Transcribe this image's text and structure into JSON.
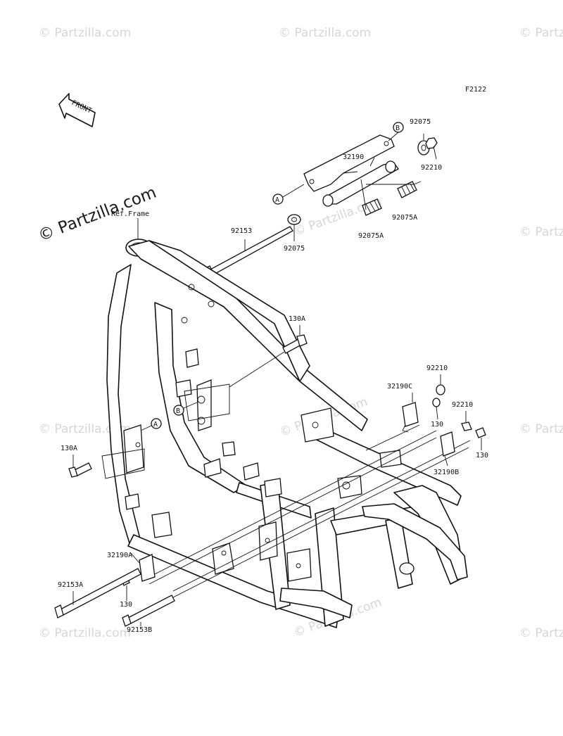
{
  "diagram": {
    "code": "F2122",
    "front_label": "FRONT",
    "watermark": "© Partzilla.com",
    "ref_label": "Ref.Frame",
    "callout_letters": [
      "A",
      "B"
    ],
    "parts": [
      {
        "id": "p_92075_top",
        "label": "92075"
      },
      {
        "id": "p_32190",
        "label": "32190"
      },
      {
        "id": "p_92210_top",
        "label": "92210"
      },
      {
        "id": "p_92075A_r",
        "label": "92075A"
      },
      {
        "id": "p_92075A_l",
        "label": "92075A"
      },
      {
        "id": "p_92075_mid",
        "label": "92075"
      },
      {
        "id": "p_92153",
        "label": "92153"
      },
      {
        "id": "p_130A_top",
        "label": "130A"
      },
      {
        "id": "p_92210_a",
        "label": "92210"
      },
      {
        "id": "p_32190C",
        "label": "32190C"
      },
      {
        "id": "p_92210_b",
        "label": "92210"
      },
      {
        "id": "p_130_c",
        "label": "130"
      },
      {
        "id": "p_130_r",
        "label": "130"
      },
      {
        "id": "p_32190B",
        "label": "32190B"
      },
      {
        "id": "p_130A_left",
        "label": "130A"
      },
      {
        "id": "p_32190A",
        "label": "32190A"
      },
      {
        "id": "p_92153A",
        "label": "92153A"
      },
      {
        "id": "p_130_bot",
        "label": "130"
      },
      {
        "id": "p_92153B",
        "label": "92153B"
      }
    ]
  }
}
